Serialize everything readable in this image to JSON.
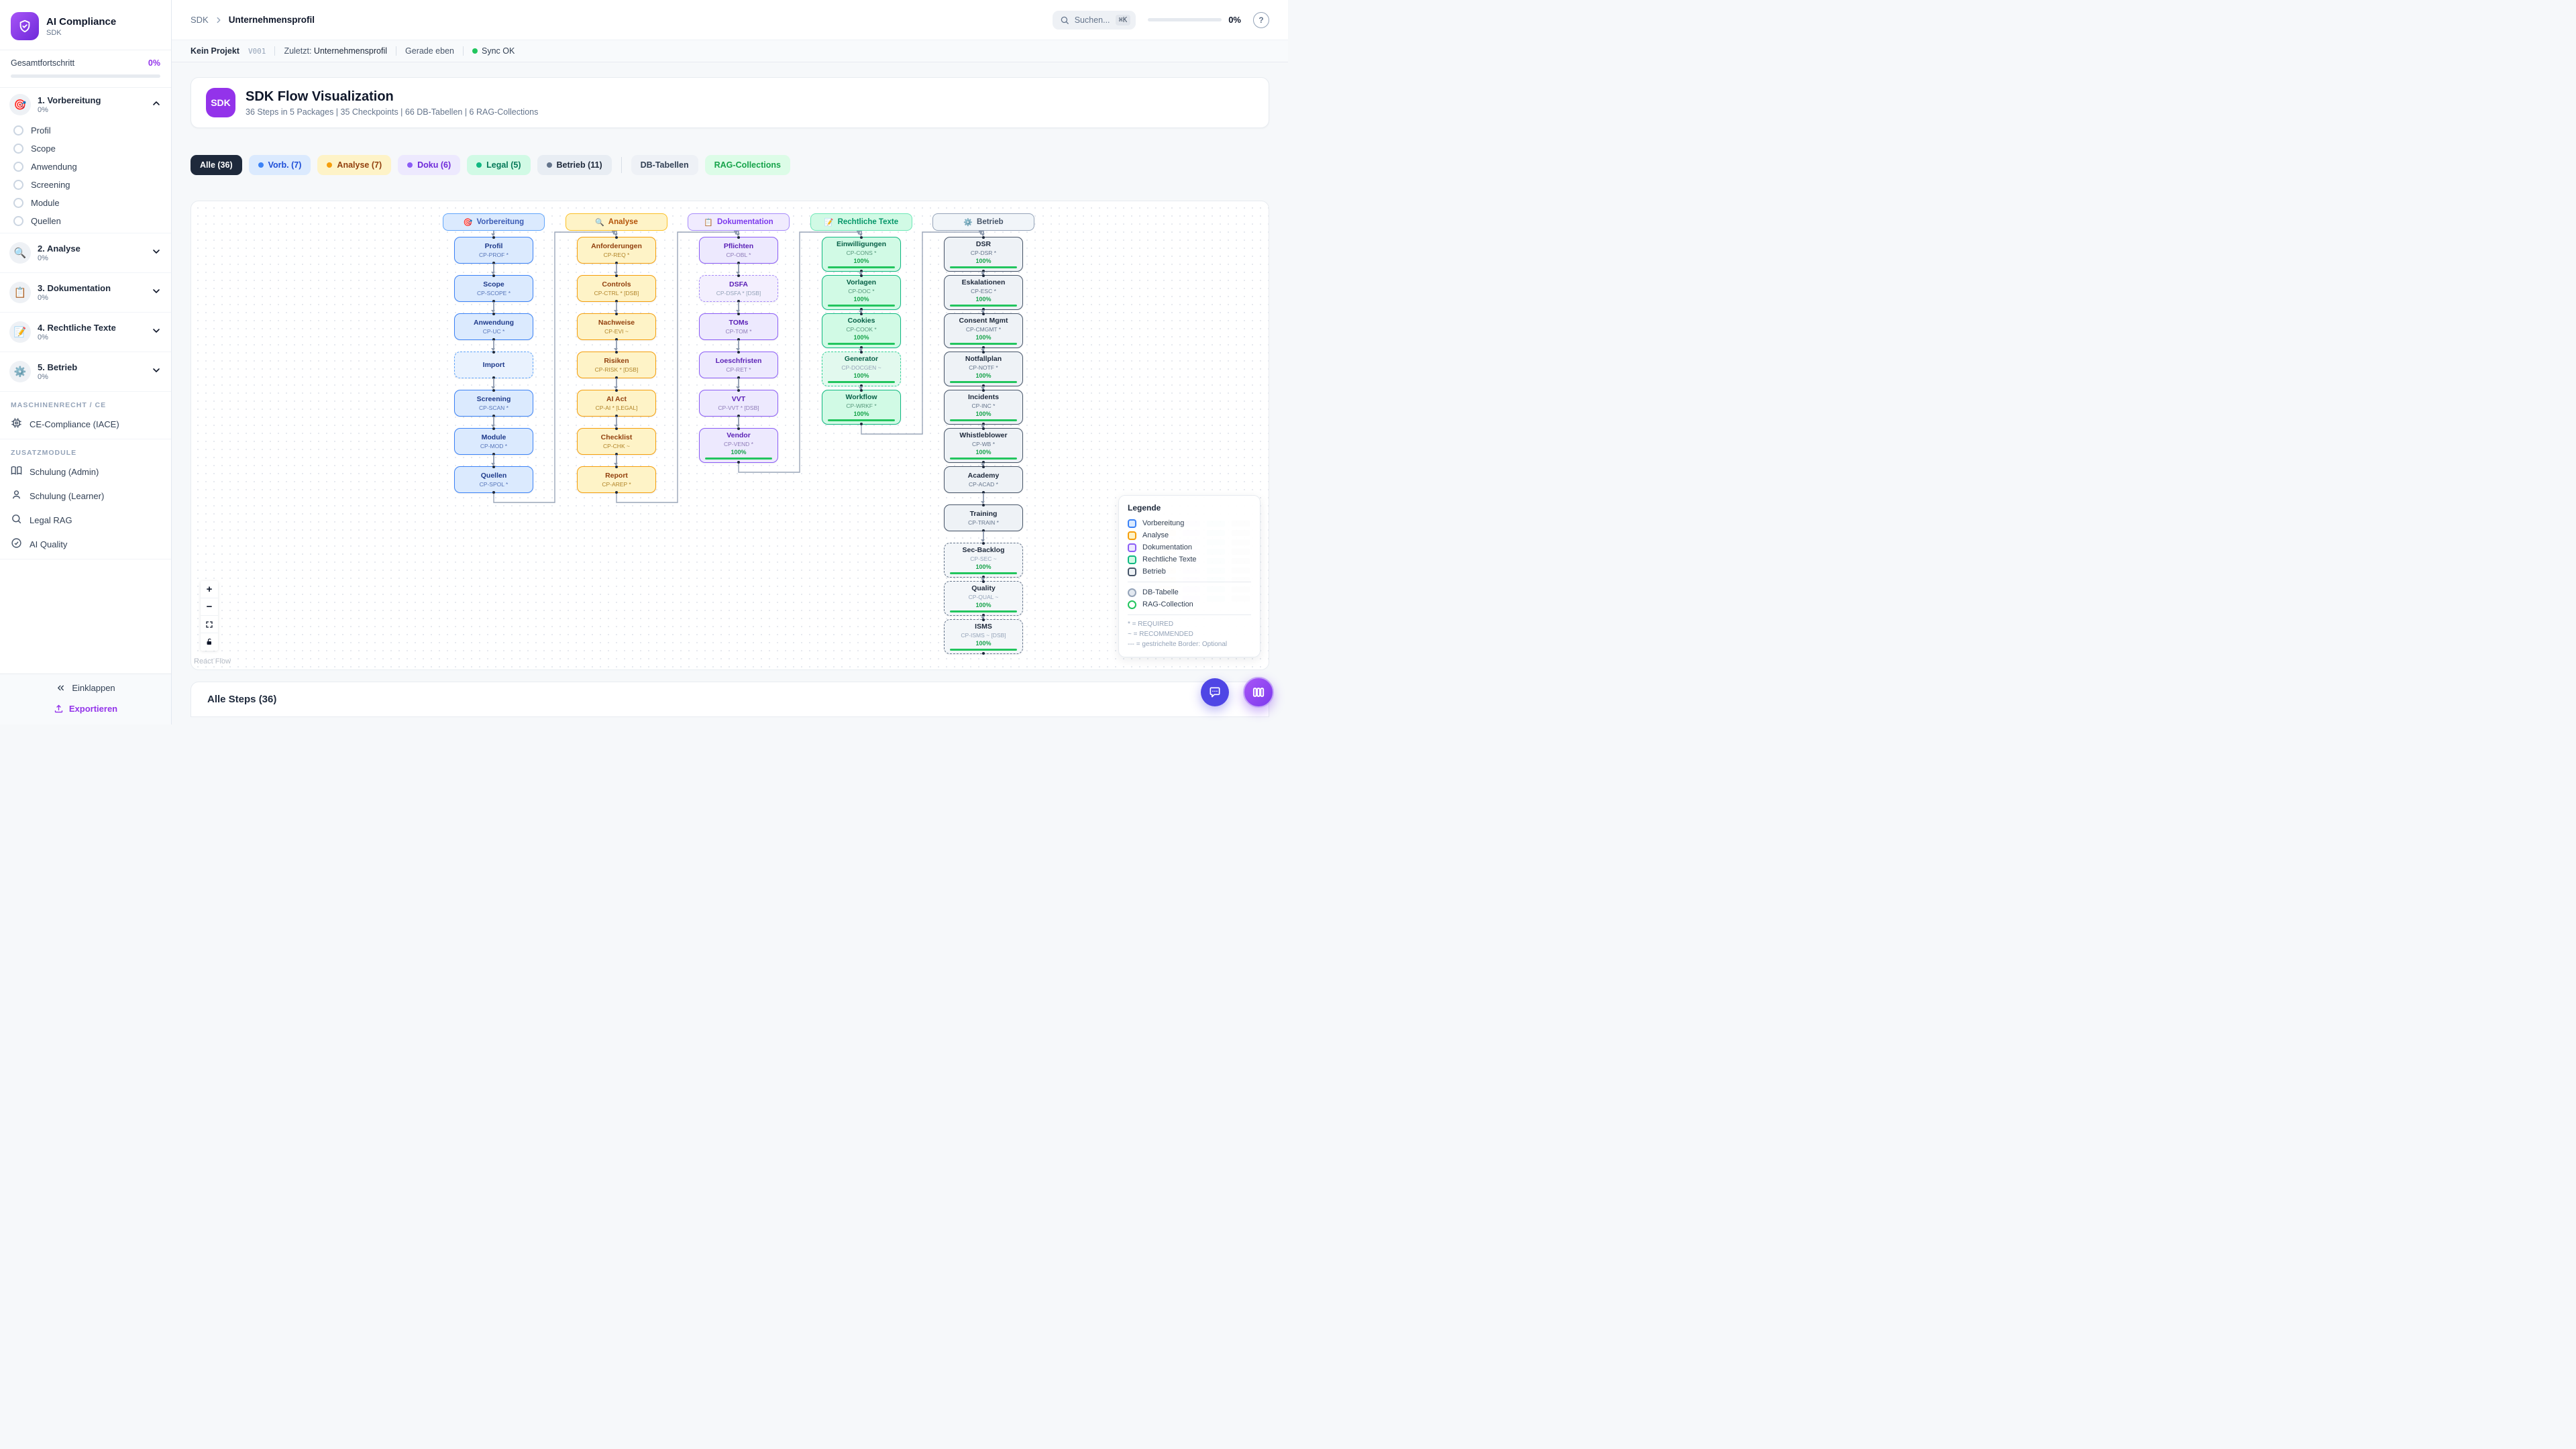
{
  "sidebar": {
    "brand": {
      "title": "AI Compliance",
      "subtitle": "SDK"
    },
    "overall": {
      "label": "Gesamtfortschritt",
      "value": "0%"
    },
    "sections": [
      {
        "label": "1. Vorbereitung",
        "pct": "0%",
        "emoji": "🎯",
        "expanded": true,
        "items": [
          "Profil",
          "Scope",
          "Anwendung",
          "Screening",
          "Module",
          "Quellen"
        ]
      },
      {
        "label": "2. Analyse",
        "pct": "0%",
        "emoji": "🔍",
        "expanded": false,
        "items": []
      },
      {
        "label": "3. Dokumentation",
        "pct": "0%",
        "emoji": "📋",
        "expanded": false,
        "items": []
      },
      {
        "label": "4. Rechtliche Texte",
        "pct": "0%",
        "emoji": "📝",
        "expanded": false,
        "items": []
      },
      {
        "label": "5. Betrieb",
        "pct": "0%",
        "emoji": "⚙️",
        "expanded": false,
        "items": []
      }
    ],
    "groups": [
      {
        "label": "MASCHINENRECHT / CE",
        "items": [
          {
            "icon": "cpu-icon",
            "label": "CE-Compliance (IACE)"
          }
        ]
      },
      {
        "label": "ZUSATZMODULE",
        "items": [
          {
            "icon": "book-icon",
            "label": "Schulung (Admin)"
          },
          {
            "icon": "user-icon",
            "label": "Schulung (Learner)"
          },
          {
            "icon": "search-icon",
            "label": "Legal RAG"
          },
          {
            "icon": "check-circle-icon",
            "label": "AI Quality"
          }
        ]
      }
    ],
    "footer": {
      "collapse": "Einklappen",
      "export": "Exportieren"
    }
  },
  "topbar": {
    "breadcrumb": {
      "root": "SDK",
      "current": "Unternehmensprofil"
    },
    "search": {
      "placeholder": "Suchen...",
      "shortcut": "⌘K"
    },
    "progress": "0%"
  },
  "statusbar": {
    "project": "Kein Projekt",
    "version": "V001",
    "last_label": "Zuletzt:",
    "last_value": "Unternehmensprofil",
    "time": "Gerade eben",
    "sync": "Sync OK"
  },
  "header_card": {
    "badge": "SDK",
    "title": "SDK Flow Visualization",
    "subtitle": "36 Steps in 5 Packages | 35 Checkpoints | 66 DB-Tabellen | 6 RAG-Collections"
  },
  "chips": [
    {
      "label": "Alle (36)",
      "bg": "#1e293b",
      "color": "#ffffff"
    },
    {
      "label": "Vorb. (7)",
      "bg": "#dbeafe",
      "color": "#1d4ed8",
      "dot": "#3b82f6"
    },
    {
      "label": "Analyse (7)",
      "bg": "#fef3c7",
      "color": "#92400e",
      "dot": "#f59e0b"
    },
    {
      "label": "Doku (6)",
      "bg": "#ede9fe",
      "color": "#6d28d9",
      "dot": "#8b5cf6"
    },
    {
      "label": "Legal (5)",
      "bg": "#d1fae5",
      "color": "#047857",
      "dot": "#10b981"
    },
    {
      "label": "Betrieb (11)",
      "bg": "#e8edf3",
      "color": "#1e293b",
      "dot": "#64748b"
    },
    {
      "divider": true
    },
    {
      "label": "DB-Tabellen",
      "bg": "#eef1f6",
      "color": "#334155"
    },
    {
      "label": "RAG-Collections",
      "bg": "#dcfce7",
      "color": "#16a34a"
    }
  ],
  "flow": {
    "packages": [
      {
        "key": "prep",
        "label": "Vorbereitung",
        "emoji": "🎯",
        "colors": {
          "fill": "#dbeafe",
          "fill_dashed": "#e9f2fe",
          "border": "#3b82f6",
          "border_dashed": "#60a5fa",
          "title": "#1e3a8a",
          "code": "#5574b8",
          "head_bg": "#dbeafe",
          "head_border": "#60a5fa",
          "head_text": "#3b5bb5"
        },
        "nodes": [
          {
            "title": "Profil",
            "code": "CP-PROF *"
          },
          {
            "title": "Scope",
            "code": "CP-SCOPE *"
          },
          {
            "title": "Anwendung",
            "code": "CP-UC *"
          },
          {
            "title": "Import",
            "dashed": true
          },
          {
            "title": "Screening",
            "code": "CP-SCAN *"
          },
          {
            "title": "Module",
            "code": "CP-MOD *"
          },
          {
            "title": "Quellen",
            "code": "CP-SPOL *"
          }
        ]
      },
      {
        "key": "analysis",
        "label": "Analyse",
        "emoji": "🔍",
        "colors": {
          "fill": "#fef3c7",
          "fill_dashed": "#fdf8e3",
          "border": "#f59e0b",
          "border_dashed": "#fbbf24",
          "title": "#92400e",
          "code": "#b08327",
          "head_bg": "#fef3c7",
          "head_border": "#fbbf24",
          "head_text": "#b45309"
        },
        "nodes": [
          {
            "title": "Anforderungen",
            "code": "CP-REQ *"
          },
          {
            "title": "Controls",
            "code": "CP-CTRL * [DSB]"
          },
          {
            "title": "Nachweise",
            "code": "CP-EVI ~"
          },
          {
            "title": "Risiken",
            "code": "CP-RISK * [DSB]"
          },
          {
            "title": "AI Act",
            "code": "CP-AI * [LEGAL]"
          },
          {
            "title": "Checklist",
            "code": "CP-CHK ~"
          },
          {
            "title": "Report",
            "code": "CP-AREP *"
          }
        ]
      },
      {
        "key": "doc",
        "label": "Dokumentation",
        "emoji": "📋",
        "colors": {
          "fill": "#ede9fe",
          "fill_dashed": "#f3effe",
          "border": "#8b5cf6",
          "border_dashed": "#a78bfa",
          "title": "#5b21b6",
          "code": "#8d7bb8",
          "head_bg": "#f0ebfe",
          "head_border": "#a78bfa",
          "head_text": "#7c3aed"
        },
        "nodes": [
          {
            "title": "Pflichten",
            "code": "CP-OBL *"
          },
          {
            "title": "DSFA",
            "code": "CP-DSFA * [DSB]",
            "dashed": true
          },
          {
            "title": "TOMs",
            "code": "CP-TOM *"
          },
          {
            "title": "Loeschfristen",
            "code": "CP-RET *"
          },
          {
            "title": "VVT",
            "code": "CP-VVT * [DSB]"
          },
          {
            "title": "Vendor",
            "code": "CP-VEND *",
            "progress": "100%"
          }
        ]
      },
      {
        "key": "legal",
        "label": "Rechtliche Texte",
        "emoji": "📝",
        "colors": {
          "fill": "#d1fae5",
          "fill_dashed": "#e2f9ee",
          "border": "#10b981",
          "border_dashed": "#34d399",
          "title": "#065f46",
          "code": "#55977a",
          "head_bg": "#d1fae5",
          "head_border": "#6ee7b7",
          "head_text": "#059669"
        },
        "nodes": [
          {
            "title": "Einwilligungen",
            "code": "CP-CONS *",
            "progress": "100%"
          },
          {
            "title": "Vorlagen",
            "code": "CP-DOC *",
            "progress": "100%"
          },
          {
            "title": "Cookies",
            "code": "CP-COOK *",
            "progress": "100%"
          },
          {
            "title": "Generator",
            "code": "CP-DOCGEN ~",
            "progress": "100%",
            "dashed": true
          },
          {
            "title": "Workflow",
            "code": "CP-WRKF *",
            "progress": "100%"
          }
        ]
      },
      {
        "key": "ops",
        "label": "Betrieb",
        "emoji": "⚙️",
        "colors": {
          "fill": "#eef2f6",
          "fill_dashed": "#f3f6f9",
          "border": "#475569",
          "border_dashed": "#64748b",
          "title": "#1e293b",
          "code": "#64748b",
          "head_bg": "#f1f5f9",
          "head_border": "#94a3b8",
          "head_text": "#475569"
        },
        "nodes": [
          {
            "title": "DSR",
            "code": "CP-DSR *",
            "progress": "100%"
          },
          {
            "title": "Eskalationen",
            "code": "CP-ESC *",
            "progress": "100%"
          },
          {
            "title": "Consent Mgmt",
            "code": "CP-CMGMT *",
            "progress": "100%"
          },
          {
            "title": "Notfallplan",
            "code": "CP-NOTF *",
            "progress": "100%"
          },
          {
            "title": "Incidents",
            "code": "CP-INC *",
            "progress": "100%"
          },
          {
            "title": "Whistleblower",
            "code": "CP-WB *",
            "progress": "100%"
          },
          {
            "title": "Academy",
            "code": "CP-ACAD *"
          },
          {
            "title": "Training",
            "code": "CP-TRAIN *"
          },
          {
            "title": "Sec-Backlog",
            "code": "CP-SEC ~",
            "progress": "100%",
            "dashed": true
          },
          {
            "title": "Quality",
            "code": "CP-QUAL ~",
            "progress": "100%",
            "dashed": true
          },
          {
            "title": "ISMS",
            "code": "CP-ISMS ~ [DSB]",
            "progress": "100%",
            "dashed": true
          }
        ]
      }
    ]
  },
  "legend": {
    "title": "Legende",
    "types": [
      {
        "shape": "circle",
        "label": "DB-Tabelle",
        "fill": "#e2e8f0",
        "border": "#94a3b8"
      },
      {
        "shape": "circle",
        "label": "RAG-Collection",
        "fill": "#ffffff",
        "border": "#22c55e"
      }
    ],
    "notes": [
      "* = REQUIRED",
      "~ = RECOMMENDED",
      "--- = gestrichelte Border: Optional"
    ]
  },
  "flow_footer": {
    "attribution": "React Flow"
  },
  "bottom": {
    "title": "Alle Steps (36)"
  }
}
